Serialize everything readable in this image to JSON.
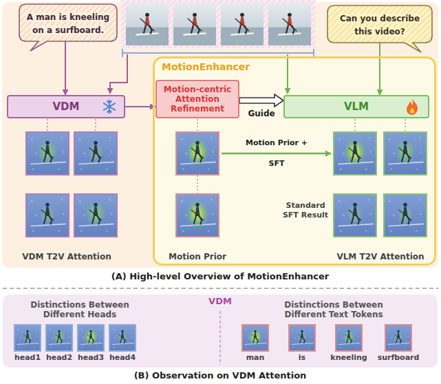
{
  "diagram": {
    "nodes": [
      {
        "text": [
          "(A) High-level Overview of MotionEnhancer"
        ]
      },
      {
        "text": [
          "A man is kneeling on a surfboard."
        ],
        "in": 0
      },
      {
        "text": [
          "Can you describe this video?"
        ],
        "in": 0
      },
      {
        "text": [
          "VDM"
        ],
        "in": 0
      },
      {
        "text": [
          "MotionEnhancer"
        ],
        "in": 0
      },
      {
        "text": [
          "Motion-centric Attention Refinement"
        ],
        "in": 4
      },
      {
        "text": [
          "VLM"
        ],
        "in": 4
      },
      {
        "text": [
          "VDM",
          "(B) Observation on VDM Attention"
        ]
      }
    ],
    "edges": [
      {
        "from": 1,
        "to": 3,
        "arrow": "to"
      },
      {
        "from": 3,
        "to": 5,
        "arrow": "to"
      },
      {
        "from": 5,
        "to": 6,
        "label": "Guide",
        "arrow": "to"
      },
      {
        "from": 2,
        "to": 6,
        "arrow": "to"
      }
    ],
    "labels": [
      "Motion Prior + SFT",
      "Standard SFT Result",
      "VDM T2V Attention",
      "Motion Prior",
      "VLM T2V Attention",
      "Distinctions Between Different Heads",
      "Distinctions Between Different Text Tokens",
      "head1",
      "head2",
      "head3",
      "head4",
      "man",
      "is",
      "kneeling",
      "surfboard"
    ]
  }
}
